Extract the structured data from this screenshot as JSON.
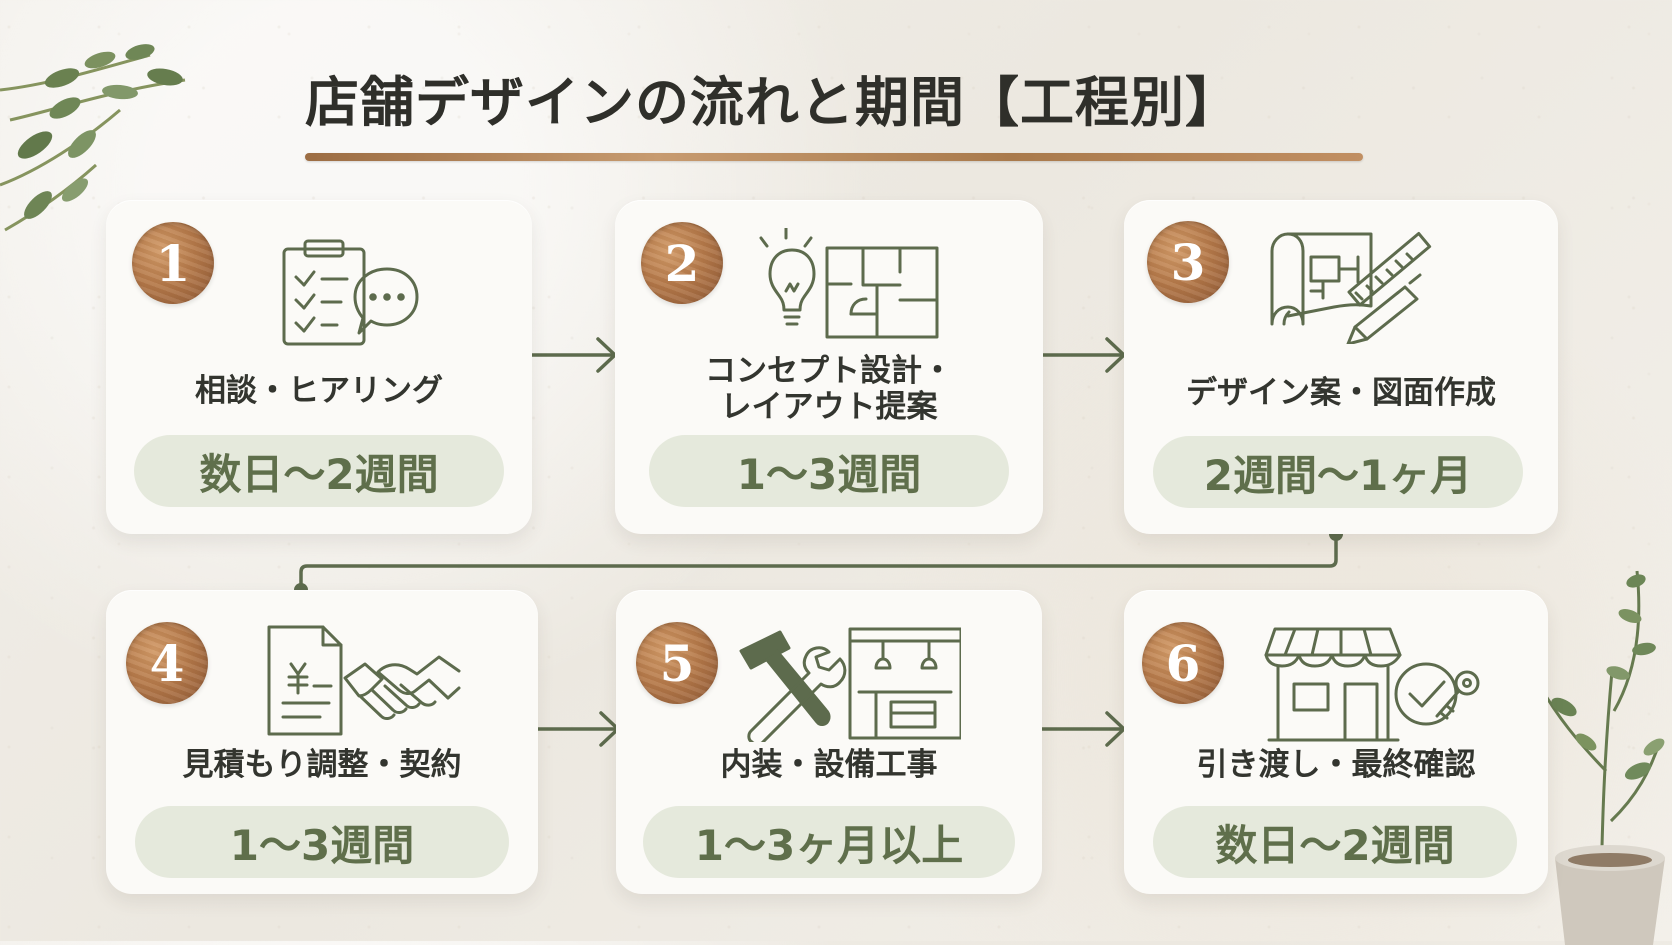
{
  "title": "店舗デザインの流れと期間【工程別】",
  "steps": [
    {
      "number": "1",
      "label_lines": [
        "相談・ヒアリング"
      ],
      "duration": "数日〜2週間",
      "icon": "clipboard-chat-icon"
    },
    {
      "number": "2",
      "label_lines": [
        "コンセプト設計・",
        "レイアウト提案"
      ],
      "duration": "1〜3週間",
      "icon": "lightbulb-floorplan-icon"
    },
    {
      "number": "3",
      "label_lines": [
        "デザイン案・図面作成"
      ],
      "duration": "2週間〜1ヶ月",
      "icon": "blueprint-ruler-pencil-icon"
    },
    {
      "number": "4",
      "label_lines": [
        "見積もり調整・契約"
      ],
      "duration": "1〜3週間",
      "icon": "invoice-handshake-icon"
    },
    {
      "number": "5",
      "label_lines": [
        "内装・設備工事"
      ],
      "duration": "1〜3ヶ月以上",
      "icon": "tools-interior-icon"
    },
    {
      "number": "6",
      "label_lines": [
        "引き渡し・最終確認"
      ],
      "duration": "数日〜2週間",
      "icon": "storefront-check-key-icon"
    }
  ],
  "colors": {
    "title": "#2f2f2a",
    "accent_green": "#5f6f4b",
    "duration_bg": "#e5e9dc",
    "wood": "#b57949",
    "card_bg": "#fbfaf7"
  },
  "decorations": [
    "plant-left-icon",
    "plant-right-icon",
    "pot-icon"
  ]
}
